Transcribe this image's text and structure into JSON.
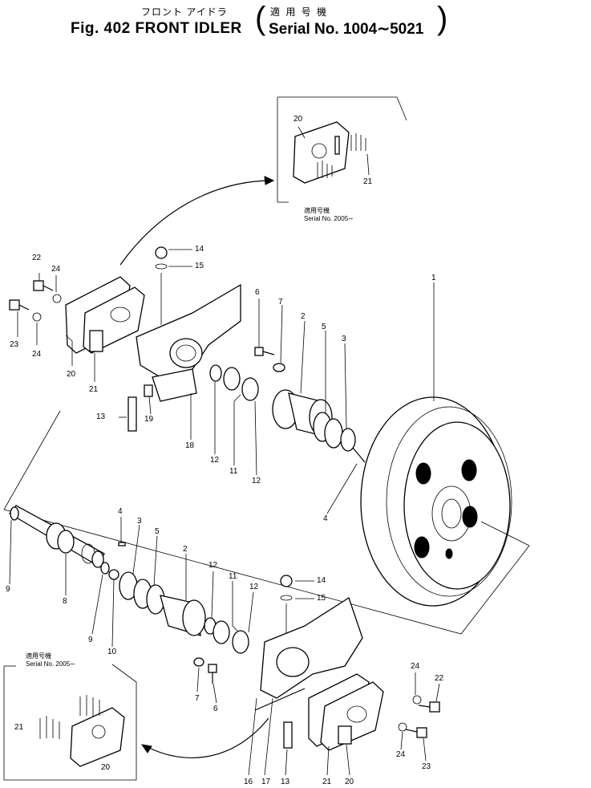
{
  "title": {
    "japanese": "フロント アイドラ",
    "figure": "Fig.  402  FRONT  IDLER",
    "serial_japanese": "適 用 号 機",
    "serial": "Serial No. 1004∼5021"
  },
  "insets": {
    "top": {
      "serial_japanese": "適用号機",
      "serial": "Serial No. 2005∼",
      "labels": [
        "20",
        "21"
      ]
    },
    "bottom": {
      "serial_japanese": "適用号機",
      "serial": "Serial No. 2005∼",
      "labels": [
        "21",
        "20"
      ]
    }
  },
  "callouts": {
    "c14a": "14",
    "c15a": "15",
    "c22a": "22",
    "c24a": "24",
    "c23a": "23",
    "c24b": "24",
    "c20a": "20",
    "c21a": "21",
    "c13a": "13",
    "c19a": "19",
    "c18a": "18",
    "c12a": "12",
    "c11a": "11",
    "c12b": "12",
    "c6a": "6",
    "c7a": "7",
    "c2a": "2",
    "c5a": "5",
    "c3a": "3",
    "c1a": "1",
    "c4a": "4",
    "c9a": "9",
    "c8a": "8",
    "c9b": "9",
    "c10a": "10",
    "c4b": "4",
    "c3b": "3",
    "c5b": "5",
    "c2b": "2",
    "c12c": "12",
    "c11b": "11",
    "c12d": "12",
    "c7b": "7",
    "c6b": "6",
    "c14b": "14",
    "c15b": "15",
    "c24c": "24",
    "c22b": "22",
    "c24d": "24",
    "c23b": "23",
    "c16a": "16",
    "c17a": "17",
    "c13b": "13",
    "c21b": "21",
    "c20b": "20"
  }
}
